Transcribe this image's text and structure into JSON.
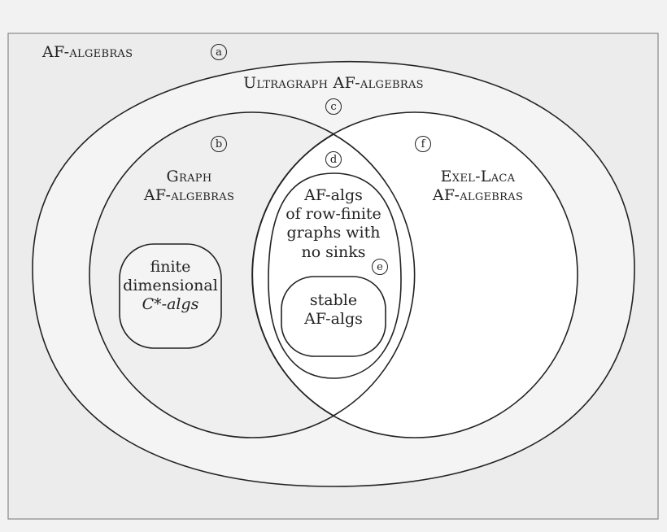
{
  "regions": {
    "af_algebras": "AF-algebras",
    "ultragraph": "Ultragraph AF-algebras",
    "graph": [
      "Graph",
      "AF-algebras"
    ],
    "exel_laca": [
      "Exel-Laca",
      "AF-algebras"
    ],
    "finite_dimensional": [
      "finite",
      "dimensional",
      "C*-algs"
    ],
    "row_finite": [
      "AF-algs",
      "of row-finite",
      "graphs with",
      "no sinks"
    ],
    "stable": [
      "stable",
      "AF-algs"
    ]
  },
  "markers": {
    "a": "a",
    "b": "b",
    "c": "c",
    "d": "d",
    "e": "e",
    "f": "f"
  }
}
